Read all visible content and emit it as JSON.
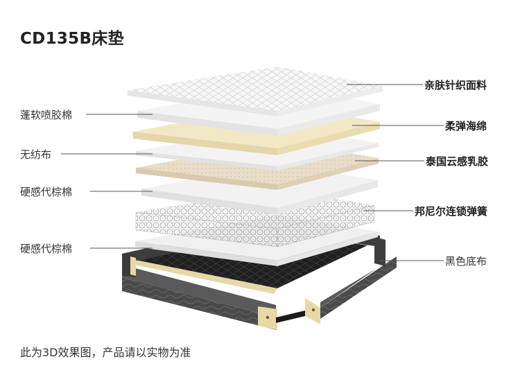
{
  "title": "CD135B床垫",
  "footer_note": "此为3D效果图，产品请以实物为准",
  "labels_left": [
    {
      "id": "left-1",
      "text": "蓬软喷胶棉"
    },
    {
      "id": "left-2",
      "text": "无纺布"
    },
    {
      "id": "left-3",
      "text": "硬感代棕棉"
    },
    {
      "id": "left-4",
      "text": "硬感代棕棉"
    }
  ],
  "labels_right": [
    {
      "id": "right-1",
      "text": "亲肤针织面料"
    },
    {
      "id": "right-2",
      "text": "柔弹海绵"
    },
    {
      "id": "right-3",
      "text": "泰国云感乳胶"
    },
    {
      "id": "right-4",
      "text": "邦尼尔连锁弹簧"
    },
    {
      "id": "right-5",
      "text": "黑色底布"
    }
  ],
  "colors": {
    "knit": "#f4f4f4",
    "white_layer": "#efefef",
    "foam": "#f1e7c3",
    "latex": "#e9ddc9",
    "frame": "#4a4a4a",
    "bottom_cloth": "#1f1f1f",
    "leader": "#555555"
  }
}
